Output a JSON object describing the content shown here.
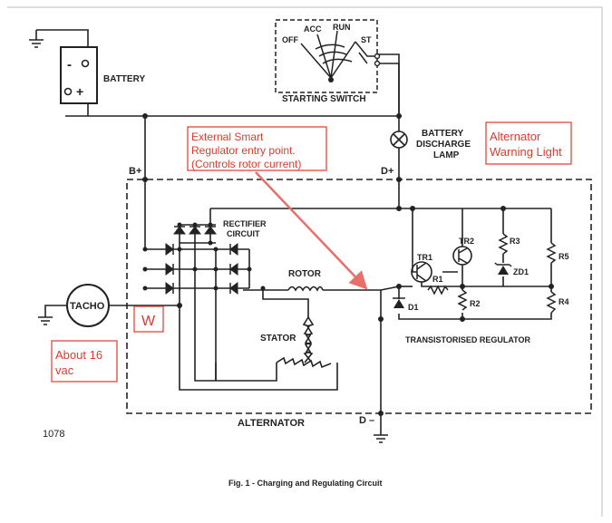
{
  "diagram": {
    "battery_label": "BATTERY",
    "battery_minus": "-",
    "battery_plus": "+",
    "switch_positions": [
      "OFF",
      "ACC",
      "RUN",
      "ST"
    ],
    "switch_label": "STARTING SWITCH",
    "lamp_label": [
      "BATTERY",
      "DISCHARGE",
      "LAMP"
    ],
    "terminal_b_plus": "B+",
    "terminal_d_plus": "D+",
    "terminal_d_minus": "D –",
    "rectifier_label": [
      "RECTIFIER",
      "CIRCUIT"
    ],
    "rotor_label": "ROTOR",
    "stator_label": "STATOR",
    "tacho_label": "TACHO",
    "tr1": "TR1",
    "tr2": "TR2",
    "r1": "R1",
    "r2": "R2",
    "r3": "R3",
    "r4": "R4",
    "r5": "R5",
    "zd1": "ZD1",
    "d1": "D1",
    "regulator_label": "TRANSISTORISED REGULATOR",
    "alternator_label": "ALTERNATOR",
    "figure_number": "1078",
    "caption": "Fig. 1 - Charging and Regulating Circuit"
  },
  "annotations": {
    "smart_regulator": [
      "External Smart",
      "Regulator entry point.",
      "(Controls rotor current)"
    ],
    "warning_light": [
      "Alternator",
      "Warning Light"
    ],
    "w_terminal": "W",
    "tacho_voltage": [
      "About 16",
      "vac"
    ]
  },
  "colors": {
    "ink": "#222222",
    "annotation": "#e03a2c",
    "arrow": "#e8706a"
  }
}
